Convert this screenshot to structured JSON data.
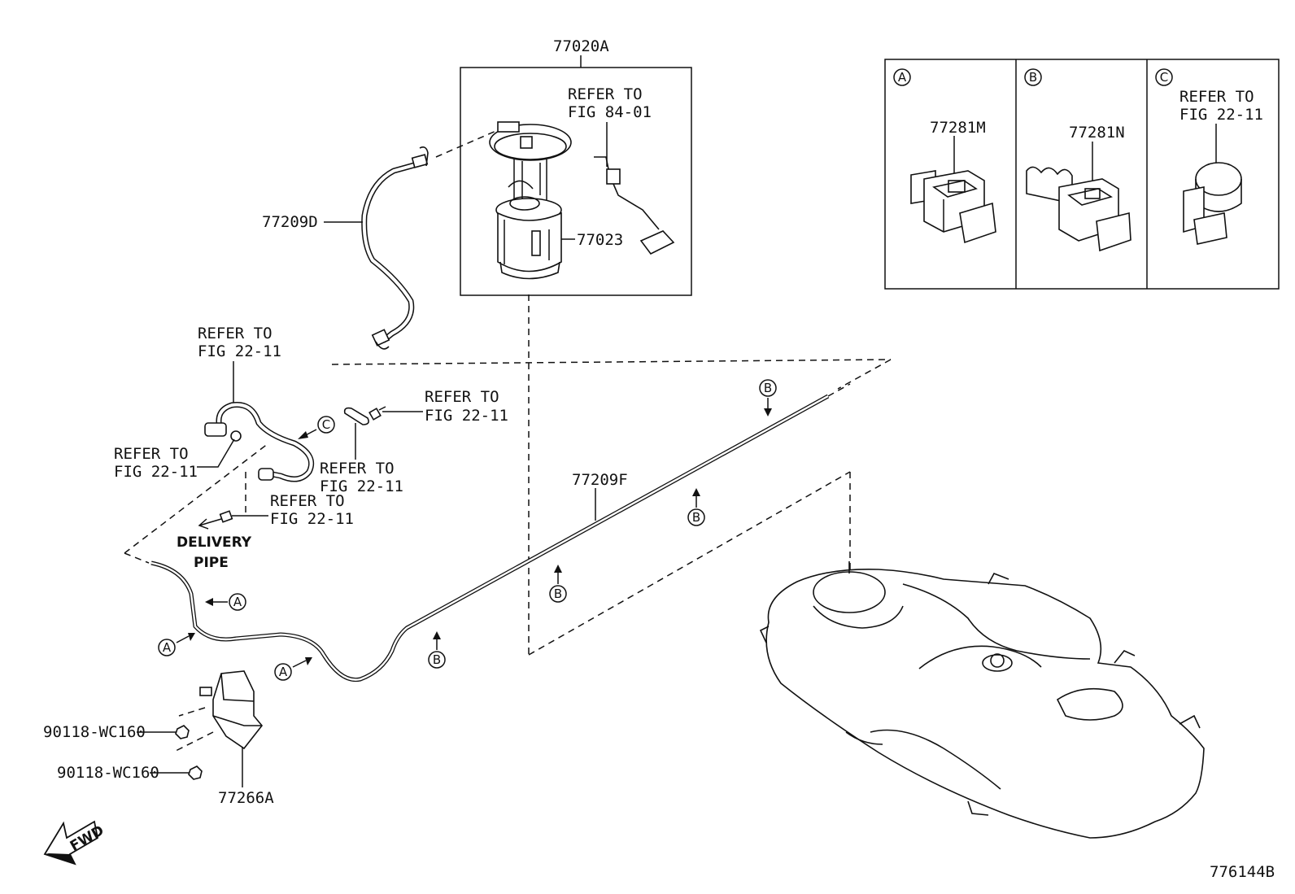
{
  "figure_id": "776144B",
  "fwd_label": "FWD",
  "direction_label": "DELIVERY PIPE",
  "parts": {
    "assembly": "77020A",
    "pump": "77023",
    "hose": "77209D",
    "tube": "77209F",
    "protector": "77266A",
    "nut_upper": "90118-WC160",
    "nut_lower": "90118-WC160",
    "clamp_a": "77281M",
    "clamp_b": "77281N"
  },
  "refs": {
    "fig_84_01": [
      "REFER TO",
      "FIG 84-01"
    ],
    "fig_22_11": [
      "REFER TO",
      "FIG 22-11"
    ]
  },
  "callout_letters": [
    "A",
    "B",
    "C"
  ]
}
